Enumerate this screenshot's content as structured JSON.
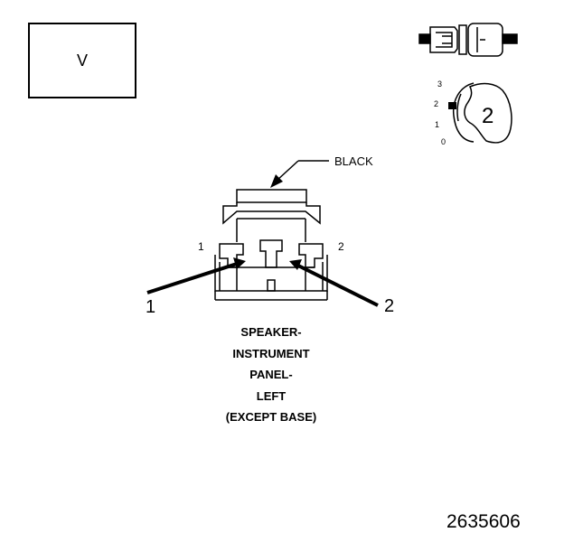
{
  "view_label": "V",
  "wire_color_label": "BLACK",
  "pin_labels": [
    "1",
    "2"
  ],
  "callouts": [
    "1",
    "2"
  ],
  "lock_scale": [
    "3",
    "2",
    "1",
    "0"
  ],
  "lock_position": "2",
  "connector_title": [
    "SPEAKER-",
    "INSTRUMENT",
    "PANEL-",
    "LEFT",
    "(EXCEPT BASE)"
  ],
  "figure_number": "2635606"
}
